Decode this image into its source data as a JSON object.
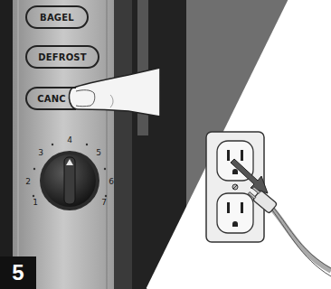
{
  "diagram": {
    "nodes": [
      {
        "text": [
          "BAGEL"
        ]
      },
      {
        "text": [
          "DEFROST"
        ]
      },
      {
        "text": [
          "CANC"
        ]
      },
      {
        "text": [
          "5"
        ]
      }
    ],
    "labels": [
      "1",
      "2",
      "3",
      "4",
      "5",
      "6",
      "7"
    ]
  }
}
